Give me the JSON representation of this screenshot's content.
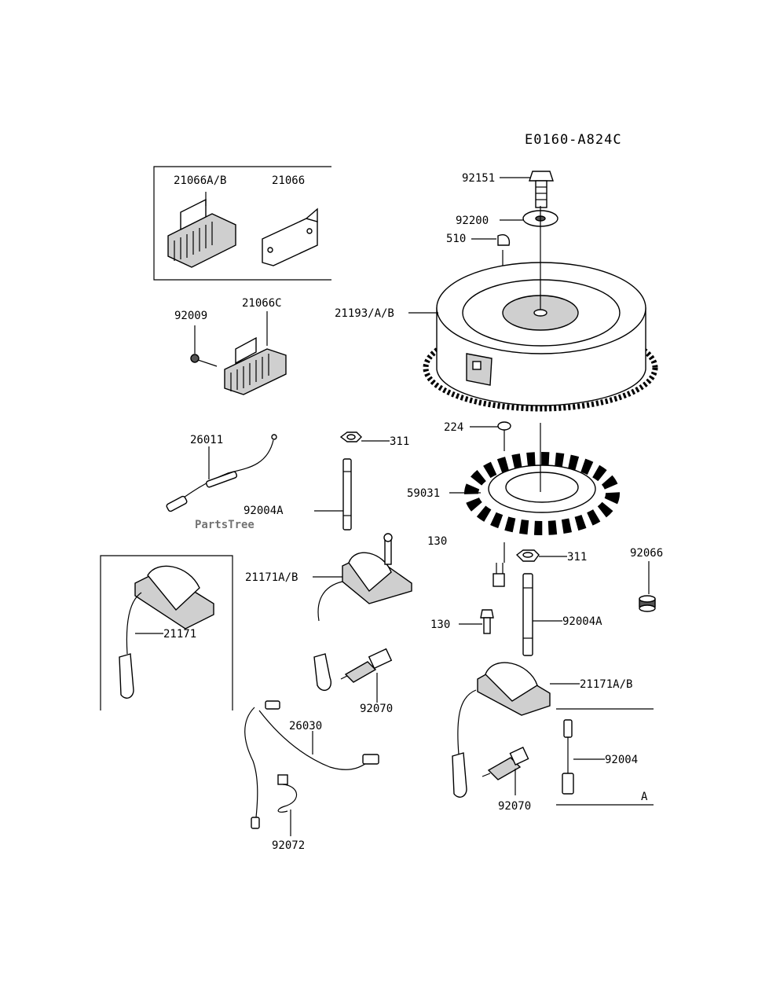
{
  "diagram_code": "E0160-A824C",
  "watermark": "PartsTree",
  "labels": {
    "p21066ab": "21066A/B",
    "p21066": "21066",
    "p92009": "92009",
    "p21066c": "21066C",
    "p26011": "26011",
    "p311a": "311",
    "p92004a_l": "92004A",
    "p21171ab_l": "21171A/B",
    "p21171": "21171",
    "p92070_l": "92070",
    "p26030": "26030",
    "p92072": "92072",
    "p92151": "92151",
    "p92200": "92200",
    "p510": "510",
    "p21193": "21193/A/B",
    "p224": "224",
    "p59031": "59031",
    "p130a": "130",
    "p311b": "311",
    "p92066": "92066",
    "p130b": "130",
    "p92004a_r": "92004A",
    "p21171ab_r": "21171A/B",
    "p92004": "92004",
    "p92070_r": "92070",
    "pA": "A"
  }
}
